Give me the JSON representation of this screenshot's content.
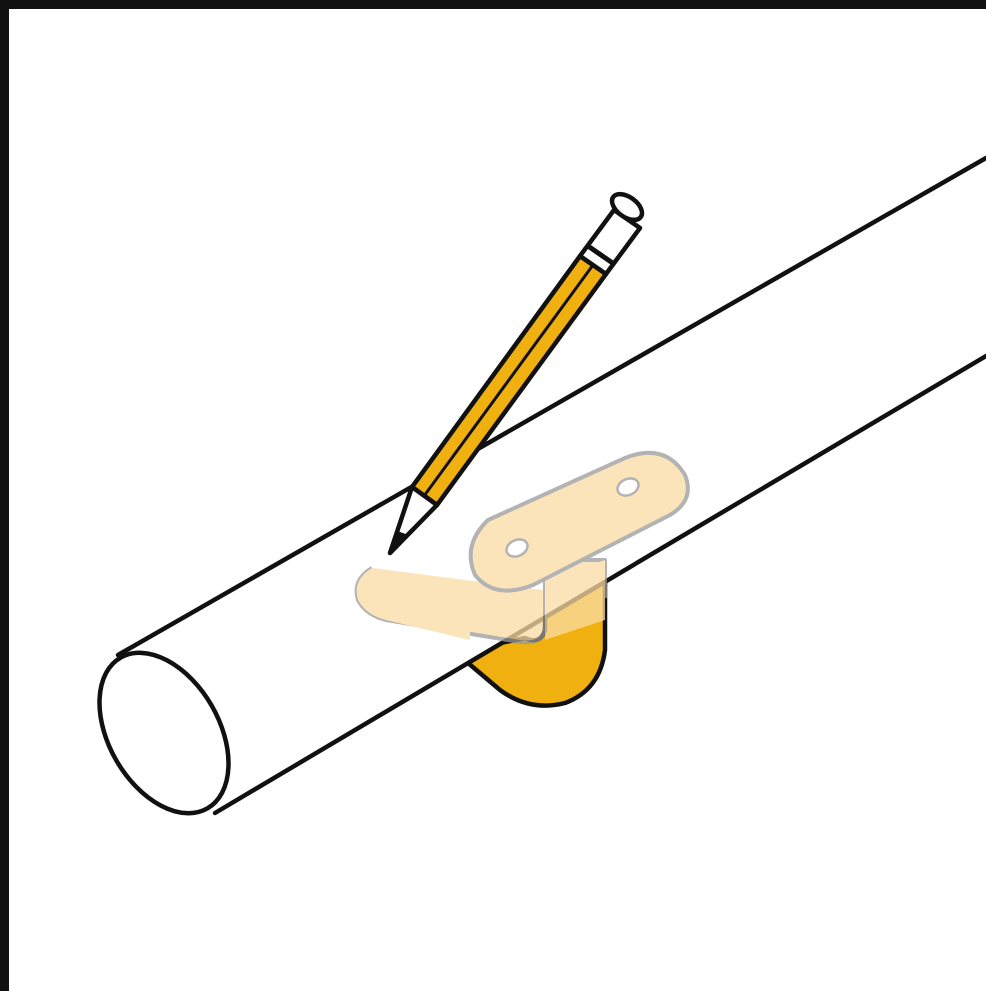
{
  "figure": {
    "subject": "marking-handrail-bracket-position",
    "colors": {
      "frame": "#111111",
      "background": "#ffffff",
      "rail_fill": "#ffffff",
      "outline": "#111111",
      "pencil_body": "#f0b00f",
      "pencil_tip": "#ffffff",
      "bracket_solid": "#f0b00f",
      "bracket_ghost_fill": "#fbdca4",
      "bracket_ghost_edge": "#9a9a9a"
    },
    "parts": {
      "rail": "handrail-tube",
      "pencil": "pencil",
      "bracket": "handrail-bracket"
    }
  }
}
